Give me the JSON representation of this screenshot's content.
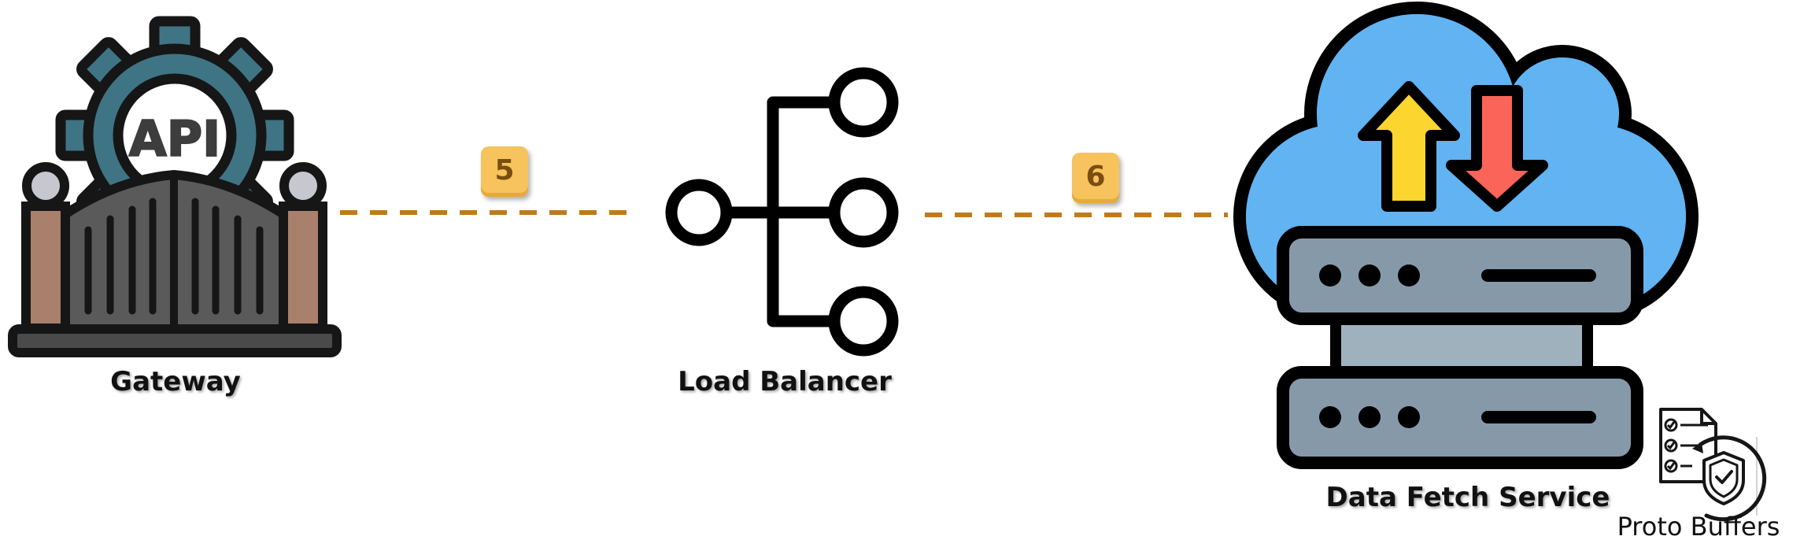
{
  "nodes": {
    "gateway": {
      "label": "Gateway",
      "icon": "api-gate-icon",
      "badge_text": "API"
    },
    "load_balancer": {
      "label": "Load Balancer",
      "icon": "load-balancer-icon"
    },
    "data_fetch_service": {
      "label": "Data Fetch Service",
      "icon": "cloud-server-icon"
    },
    "proto_buffers": {
      "label": "Proto Buffers",
      "icon": "shield-document-icon"
    }
  },
  "steps": [
    {
      "number": "5",
      "from": "Gateway",
      "to": "Load Balancer"
    },
    {
      "number": "6",
      "from": "Load Balancer",
      "to": "Data Fetch Service"
    }
  ],
  "colors": {
    "connector": "#c07a1c",
    "badge": "#f6c35d",
    "gear": "#3f7485",
    "cloud": "#61b3f2",
    "server": "#8699a9",
    "arrow_up": "#fcd52f",
    "arrow_down": "#fb6459",
    "outline": "#161616"
  }
}
